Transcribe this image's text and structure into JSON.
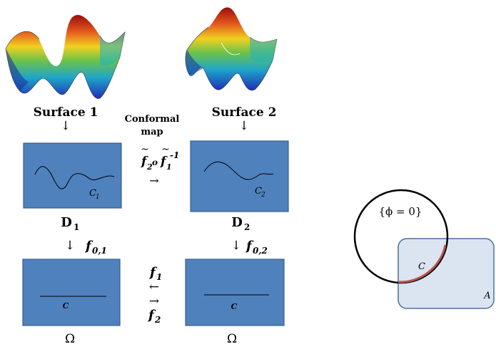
{
  "surface1": {
    "label": "Surface 1"
  },
  "surface2": {
    "label": "Surface 2"
  },
  "conformal_map": {
    "line1": "Conformal",
    "line2": "map"
  },
  "map_composition": {
    "f2": "f",
    "f2_sub": "2",
    "circ": "o",
    "f1": "f",
    "f1_sub": "1",
    "inverse": "-1",
    "arrow": "→"
  },
  "domain1": {
    "name": "D",
    "sub": "1",
    "curve_label": "C",
    "curve_sub": "1"
  },
  "domain2": {
    "name": "D",
    "sub": "2",
    "curve_label": "C",
    "curve_sub": "2"
  },
  "map01": {
    "arrow": "↓",
    "f": "f",
    "sub": "0,1"
  },
  "map02": {
    "arrow": "↓",
    "f": "f",
    "sub": "0,2"
  },
  "down_arrow_1": "↓",
  "down_arrow_2": "↓",
  "omega1": {
    "curve_label": "C",
    "name": "Ω"
  },
  "omega2": {
    "curve_label": "C",
    "name": "Ω"
  },
  "f1_map": {
    "f": "f",
    "sub": "1",
    "arrow": "←"
  },
  "f2_map": {
    "f": "f",
    "sub": "2",
    "arrow": "→"
  },
  "venn": {
    "circle_label": "{ϕ = 0}",
    "intersection_label": "C",
    "set_label": "A"
  },
  "colors": {
    "box_fill": "#4f81bd",
    "box_stroke": "#385d8a",
    "set_fill": "#dbe5f1",
    "set_stroke": "#4f6fa0",
    "arc": "#b85450"
  }
}
